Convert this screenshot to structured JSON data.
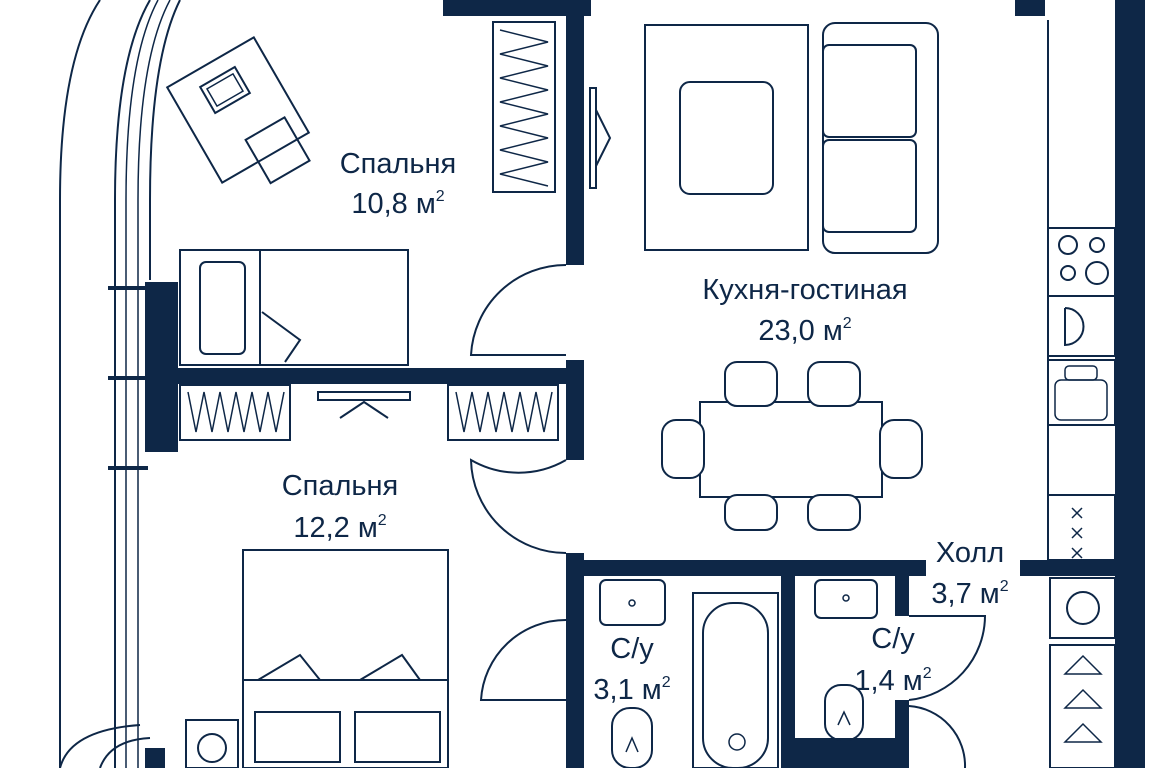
{
  "colors": {
    "wall": "#0e2747",
    "background": "#ffffff"
  },
  "rooms": {
    "bedroom1": {
      "name": "Спальня",
      "area": "10,8 м",
      "unit_sup": "2"
    },
    "bedroom2": {
      "name": "Спальня",
      "area": "12,2 м",
      "unit_sup": "2"
    },
    "kitchen_living": {
      "name": "Кухня-гостиная",
      "area": "23,0 м",
      "unit_sup": "2"
    },
    "bathroom1": {
      "name": "С/у",
      "area": "3,1 м",
      "unit_sup": "2"
    },
    "bathroom2": {
      "name": "С/у",
      "area": "1,4 м",
      "unit_sup": "2"
    },
    "hall": {
      "name": "Холл",
      "area": "3,7 м",
      "unit_sup": "2"
    }
  },
  "furniture_icons": [
    "desk-icon",
    "laptop-icon",
    "chair-icon",
    "single-bed-icon",
    "double-bed-icon",
    "wardrobe-icon",
    "tv-icon",
    "sofa-icon",
    "rug-icon",
    "dining-table-icon",
    "stove-icon",
    "kitchen-sink-icon",
    "dishwasher-icon",
    "washbasin-icon",
    "toilet-icon",
    "bathtub-icon",
    "washing-machine-icon",
    "hanger-icon"
  ]
}
